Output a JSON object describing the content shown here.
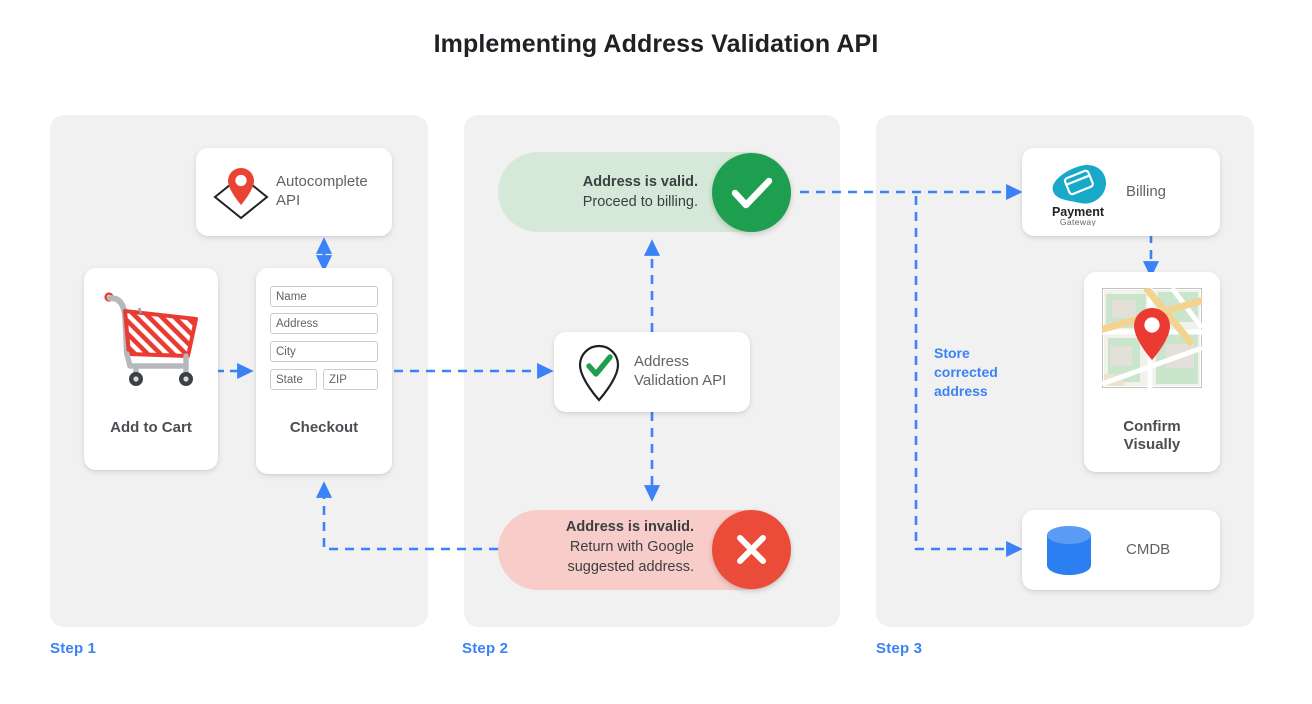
{
  "page": {
    "title": "Implementing Address Validation API",
    "accent_blue": "#3b82f6",
    "panel_bg": "#f1f1f1",
    "green": "#1d9f4f",
    "red": "#ea4c39"
  },
  "steps": [
    {
      "label": "Step 1"
    },
    {
      "label": "Step 2"
    },
    {
      "label": "Step 3"
    }
  ],
  "step1": {
    "autocomplete_card": {
      "text": "Autocomplete\nAPI",
      "icon": "map-pin-diamond-icon"
    },
    "cart_card": {
      "label": "Add to Cart",
      "icon": "shopping-cart-icon"
    },
    "checkout_card": {
      "label": "Checkout",
      "fields": [
        {
          "placeholder": "Name"
        },
        {
          "placeholder": "Address"
        },
        {
          "placeholder": "City"
        },
        {
          "placeholder": "State"
        },
        {
          "placeholder": "ZIP"
        }
      ]
    }
  },
  "step2": {
    "valid_pill": {
      "line1": "Address is valid.",
      "line2": "Proceed to billing.",
      "badge_icon": "check-icon"
    },
    "validation_card": {
      "text": "Address\nValidation API",
      "icon": "pin-check-icon"
    },
    "invalid_pill": {
      "line1": "Address is invalid.",
      "line2": "Return with Google",
      "line3": "suggested address.",
      "badge_icon": "close-icon"
    }
  },
  "step3": {
    "billing_card": {
      "text": "Billing",
      "logo_line1": "Payment",
      "logo_line2": "Gateway",
      "icon": "payment-gateway-icon"
    },
    "map_card": {
      "label": "Confirm\nVisually",
      "icon": "map-thumbnail-icon"
    },
    "cmdb_card": {
      "text": "CMDB",
      "icon": "database-icon"
    },
    "annotation": "Store\ncorrected\naddress"
  }
}
